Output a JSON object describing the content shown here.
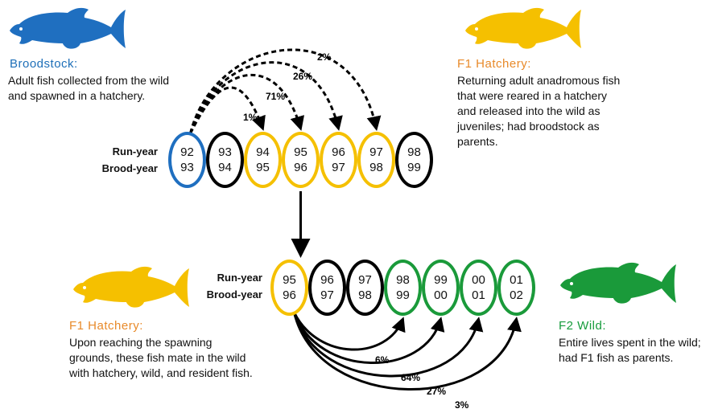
{
  "colors": {
    "broodstock": "#1f6fc0",
    "hatchery": "#f5c000",
    "wild": "#1a9a3a",
    "other": "#000000",
    "title_blue": "#1e6fb8",
    "title_orange": "#e88a2a",
    "title_green": "#169c3c"
  },
  "icons": {
    "broodstock_fish": "trout-icon",
    "hatchery_fish_top": "trout-icon",
    "hatchery_fish_bottom": "trout-icon",
    "wild_fish": "trout-icon"
  },
  "broodstock": {
    "title": "Broodstock:",
    "lines": [
      "Adult fish collected from the wild",
      "and spawned in a hatchery."
    ]
  },
  "f1_hatchery_top": {
    "title": "F1 Hatchery:",
    "lines": [
      "Returning adult anadromous fish",
      "that were reared in a hatchery",
      "and released into the wild as",
      "juveniles; had broodstock as",
      "parents."
    ]
  },
  "f1_hatchery_bottom": {
    "title": "F1 Hatchery:",
    "lines": [
      "Upon reaching the spawning",
      "grounds, these fish mate in the wild",
      "with hatchery, wild, and resident fish."
    ]
  },
  "f2_wild": {
    "title": "F2 Wild:",
    "lines": [
      "Entire lives spent in the wild;",
      "had F1 fish as parents."
    ]
  },
  "labels": {
    "run_year": "Run-year",
    "brood_year": "Brood-year"
  },
  "top_row": [
    {
      "run": "92",
      "brood": "93",
      "type": "broodstock"
    },
    {
      "run": "93",
      "brood": "94",
      "type": "other"
    },
    {
      "run": "94",
      "brood": "95",
      "type": "hatchery"
    },
    {
      "run": "95",
      "brood": "96",
      "type": "hatchery"
    },
    {
      "run": "96",
      "brood": "97",
      "type": "hatchery"
    },
    {
      "run": "97",
      "brood": "98",
      "type": "hatchery"
    },
    {
      "run": "98",
      "brood": "99",
      "type": "other"
    }
  ],
  "bottom_row": [
    {
      "run": "95",
      "brood": "96",
      "type": "hatchery"
    },
    {
      "run": "96",
      "brood": "97",
      "type": "other"
    },
    {
      "run": "97",
      "brood": "98",
      "type": "other"
    },
    {
      "run": "98",
      "brood": "99",
      "type": "wild"
    },
    {
      "run": "99",
      "brood": "00",
      "type": "wild"
    },
    {
      "run": "00",
      "brood": "01",
      "type": "wild"
    },
    {
      "run": "01",
      "brood": "02",
      "type": "wild"
    }
  ],
  "top_percentages": [
    "1%",
    "71%",
    "26%",
    "2%"
  ],
  "bottom_percentages": [
    "6%",
    "64%",
    "27%",
    "3%"
  ]
}
